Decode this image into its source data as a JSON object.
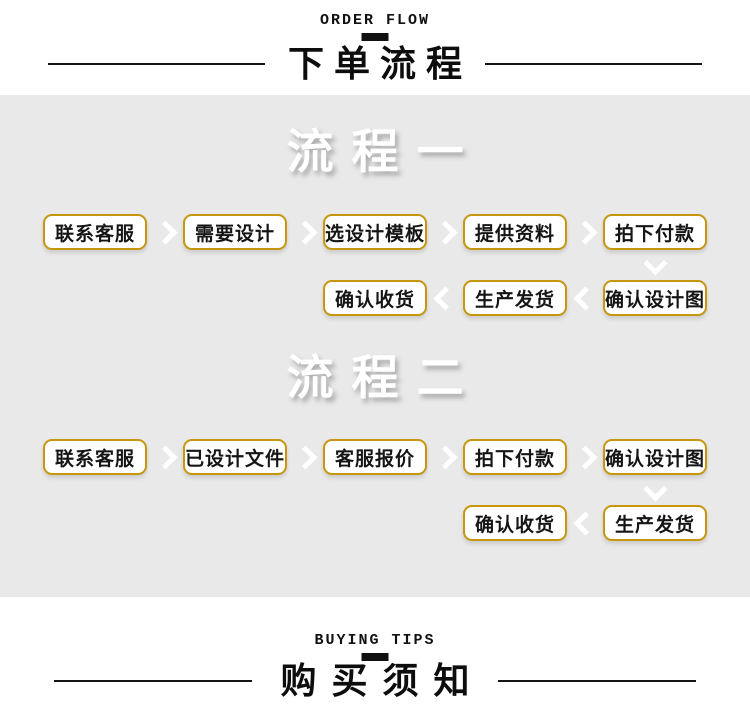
{
  "header": {
    "eyebrow": "ORDER FLOW",
    "title": "下单流程"
  },
  "flow1": {
    "title": "流程一",
    "row1": [
      "联系客服",
      "需要设计",
      "选设计模板",
      "提供资料",
      "拍下付款"
    ],
    "row2": [
      "确认收货",
      "生产发货",
      "确认设计图"
    ]
  },
  "flow2": {
    "title": "流程二",
    "row1": [
      "联系客服",
      "已设计文件",
      "客服报价",
      "拍下付款",
      "确认设计图"
    ],
    "row2": [
      "确认收货",
      "生产发货"
    ]
  },
  "footer": {
    "eyebrow": "BUYING TIPS",
    "title": "购买须知"
  },
  "icons": {
    "step_arrow_right": "chevron-right",
    "step_arrow_left": "chevron-left",
    "step_arrow_down": "chevron-down"
  },
  "colors": {
    "accent_gold": "#c6970e",
    "band_background": "#e9e9e9",
    "arrow_white": "#ffffff",
    "heading_black": "#111111"
  }
}
